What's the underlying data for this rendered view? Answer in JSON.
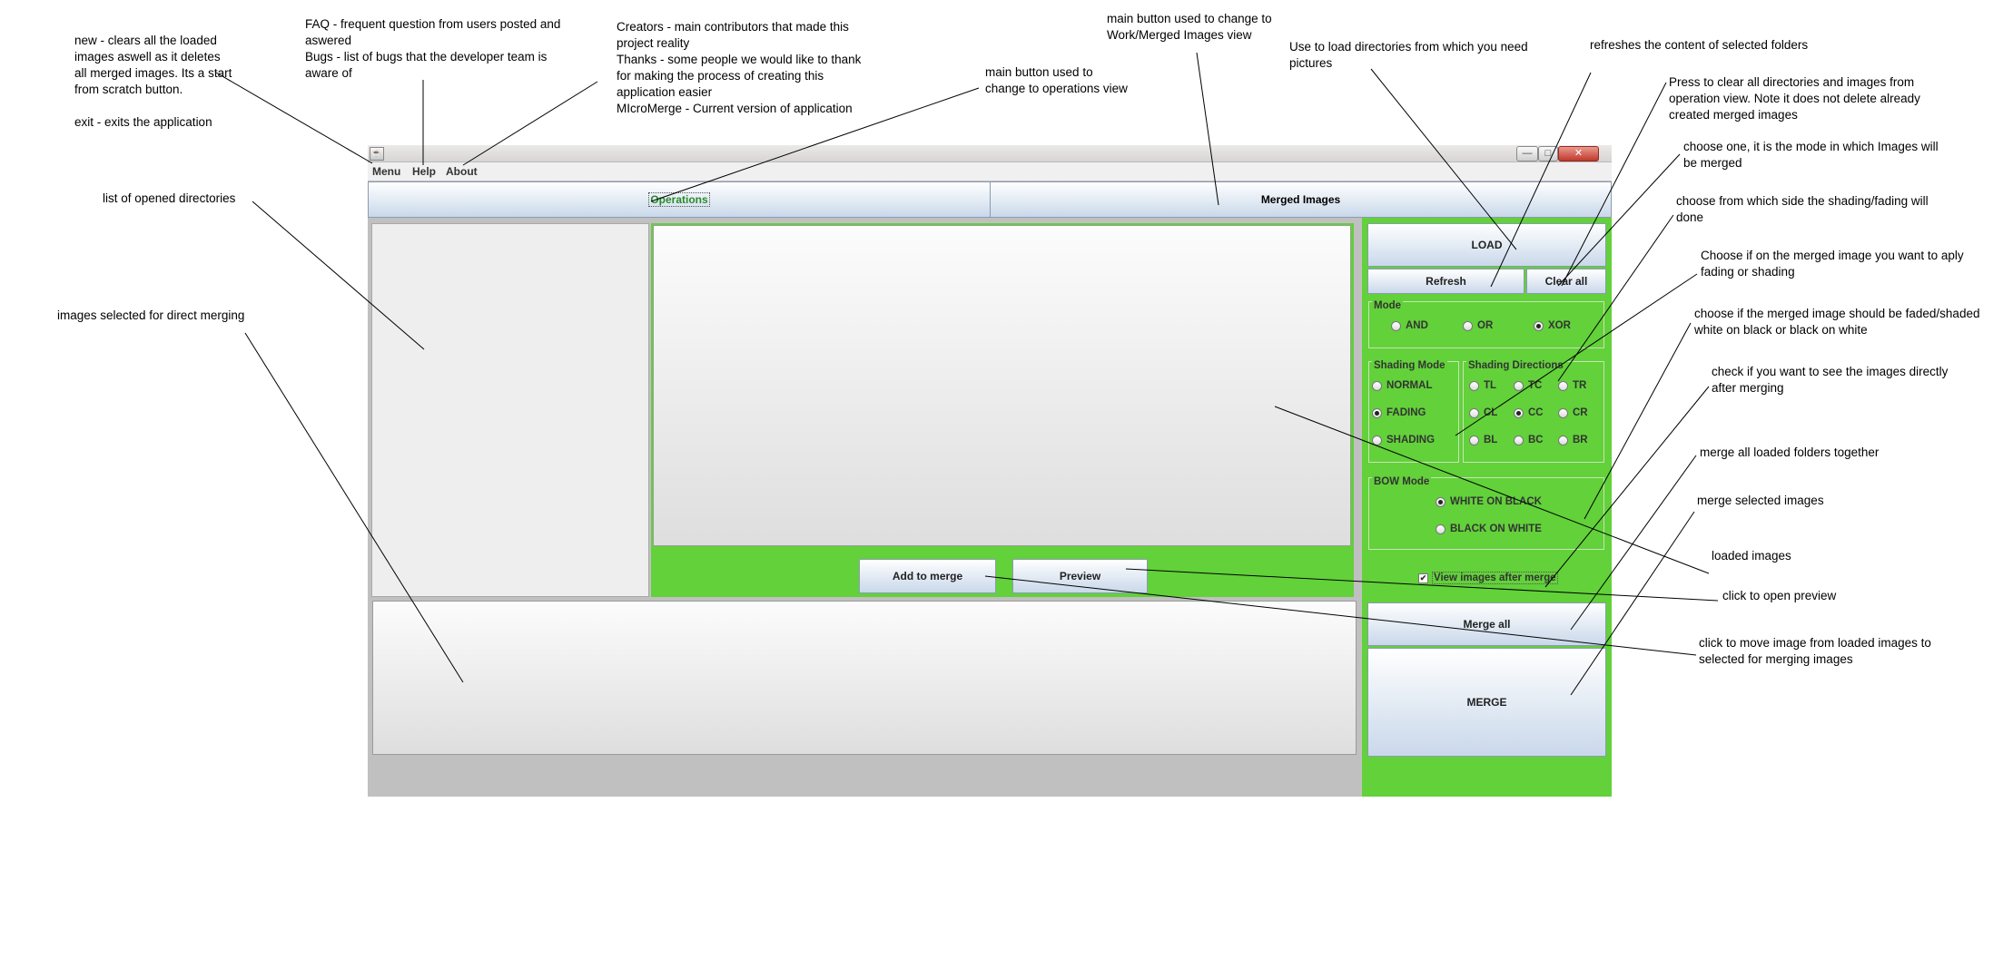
{
  "annotations": {
    "menu": "new - clears all the loaded\nimages aswell as it deletes\nall merged images. Its a start\nfrom scratch button.\n\nexit - exits the application",
    "help": "FAQ - frequent question from users posted and\naswered\nBugs - list of bugs that the developer team is\naware of",
    "about": "Creators - main contributors that made this\nproject reality\nThanks - some people we would like to thank\nfor making the process of creating this\napplication easier\nMIcroMerge - Current version of application",
    "operations_btn": "main button used to\n change to operations view",
    "merged_btn": "main button used to change to\nWork/Merged Images view",
    "load": "Use to load directories from which you need\npictures",
    "refresh": "refreshes the content of selected folders",
    "clear_all": "Press to clear all directories and images from\noperation view. Note it does not delete already\ncreated merged images",
    "mode": "choose one, it is the mode in which Images will\nbe merged",
    "directions": "choose from which side the shading/fading will\ndone",
    "shading_mode": "Choose if on the merged image you want to aply\nfading or shading",
    "bow_mode": "choose if the merged image should be faded/shaded\nwhite on black or black on white",
    "view_after": "check if you want to see the images directly\nafter merging",
    "merge_all": "merge all loaded folders together",
    "merge_selected": "merge selected images",
    "loaded_images": "loaded images",
    "open_preview": "click to open preview",
    "move_image": "click to move image from loaded images to\nselected for merging images",
    "dir_list": "list of opened directories",
    "selected_images": "images selected for direct merging"
  },
  "window": {
    "icon": "☕",
    "minimize": "—",
    "maximize": "□",
    "close": "✕"
  },
  "menubar": [
    "Menu",
    "Help",
    "About"
  ],
  "view_tabs": {
    "operations": "Operations",
    "merged": "Merged Images"
  },
  "buttons": {
    "add_to_merge": "Add to merge",
    "preview": "Preview",
    "load": "LOAD",
    "refresh": "Refresh",
    "clear_all": "Clear all",
    "merge_all": "Merge all",
    "merge": "MERGE"
  },
  "mode": {
    "title": "Mode",
    "options": [
      "AND",
      "OR",
      "XOR"
    ],
    "selected": "XOR"
  },
  "shading_mode": {
    "title": "Shading Mode",
    "options": [
      "NORMAL",
      "FADING",
      "SHADING"
    ],
    "selected": "FADING"
  },
  "shading_directions": {
    "title": "Shading Directions",
    "options": [
      "TL",
      "TC",
      "TR",
      "CL",
      "CC",
      "CR",
      "BL",
      "BC",
      "BR"
    ],
    "selected": "CC"
  },
  "bow_mode": {
    "title": "BOW Mode",
    "options": [
      "WHITE ON BLACK",
      "BLACK ON WHITE"
    ],
    "selected": "WHITE ON BLACK"
  },
  "view_after_merge": {
    "label": "View images after merge",
    "checked": true,
    "mark": "✔"
  },
  "colors": {
    "panel_green": "#62d13a",
    "active_tab_text": "#2a8a2a"
  }
}
